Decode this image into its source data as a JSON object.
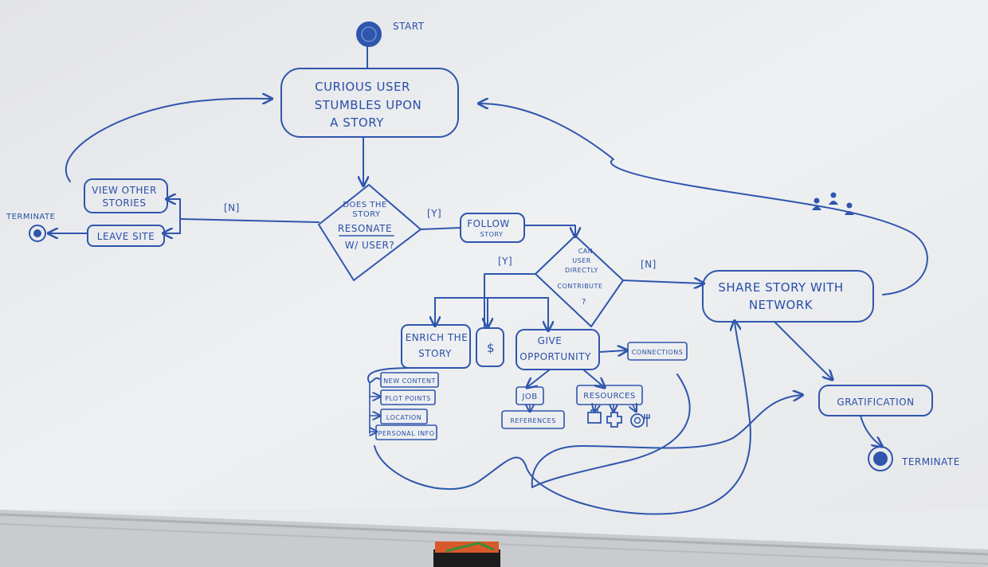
{
  "colors": {
    "ink": "#2f56ad",
    "board": "#eceef0",
    "tray": "#c7c9cc",
    "eraser_top": "#d85a2a",
    "eraser_base": "#1c1c1c"
  },
  "diagram": {
    "start": "START",
    "curious": [
      "CURIOUS USER",
      "STUMBLES UPON",
      "A STORY"
    ],
    "decision_resonate": [
      "DOES THE",
      "STORY",
      "RESONATE",
      "W/ USER?"
    ],
    "label_n_left": "[N]",
    "label_y_resonate": "[Y]",
    "view_other": [
      "VIEW OTHER",
      "STORIES"
    ],
    "leave_site": "LEAVE SITE",
    "terminate_left": "TERMINATE",
    "follow": [
      "FOLLOW",
      "STORY"
    ],
    "decision_contribute": [
      "CAN",
      "USER",
      "DIRECTLY",
      "CONTRIBUTE",
      "?"
    ],
    "label_y_contribute": "[Y]",
    "label_n_contribute": "[N]",
    "share": [
      "SHARE STORY WITH",
      "NETWORK"
    ],
    "gratification": "GRATIFICATION",
    "terminate_right": "TERMINATE",
    "enrich": [
      "ENRICH THE",
      "STORY"
    ],
    "dollar": "$",
    "give": [
      "GIVE",
      "OPPORTUNITY"
    ],
    "connections": "CONNECTIONS",
    "job": "JOB",
    "references": "REFERENCES",
    "resources": "RESOURCES",
    "sub_enrich": [
      "NEW CONTENT",
      "PLOT POINTS",
      "LOCATION",
      "PERSONAL INFO"
    ]
  }
}
